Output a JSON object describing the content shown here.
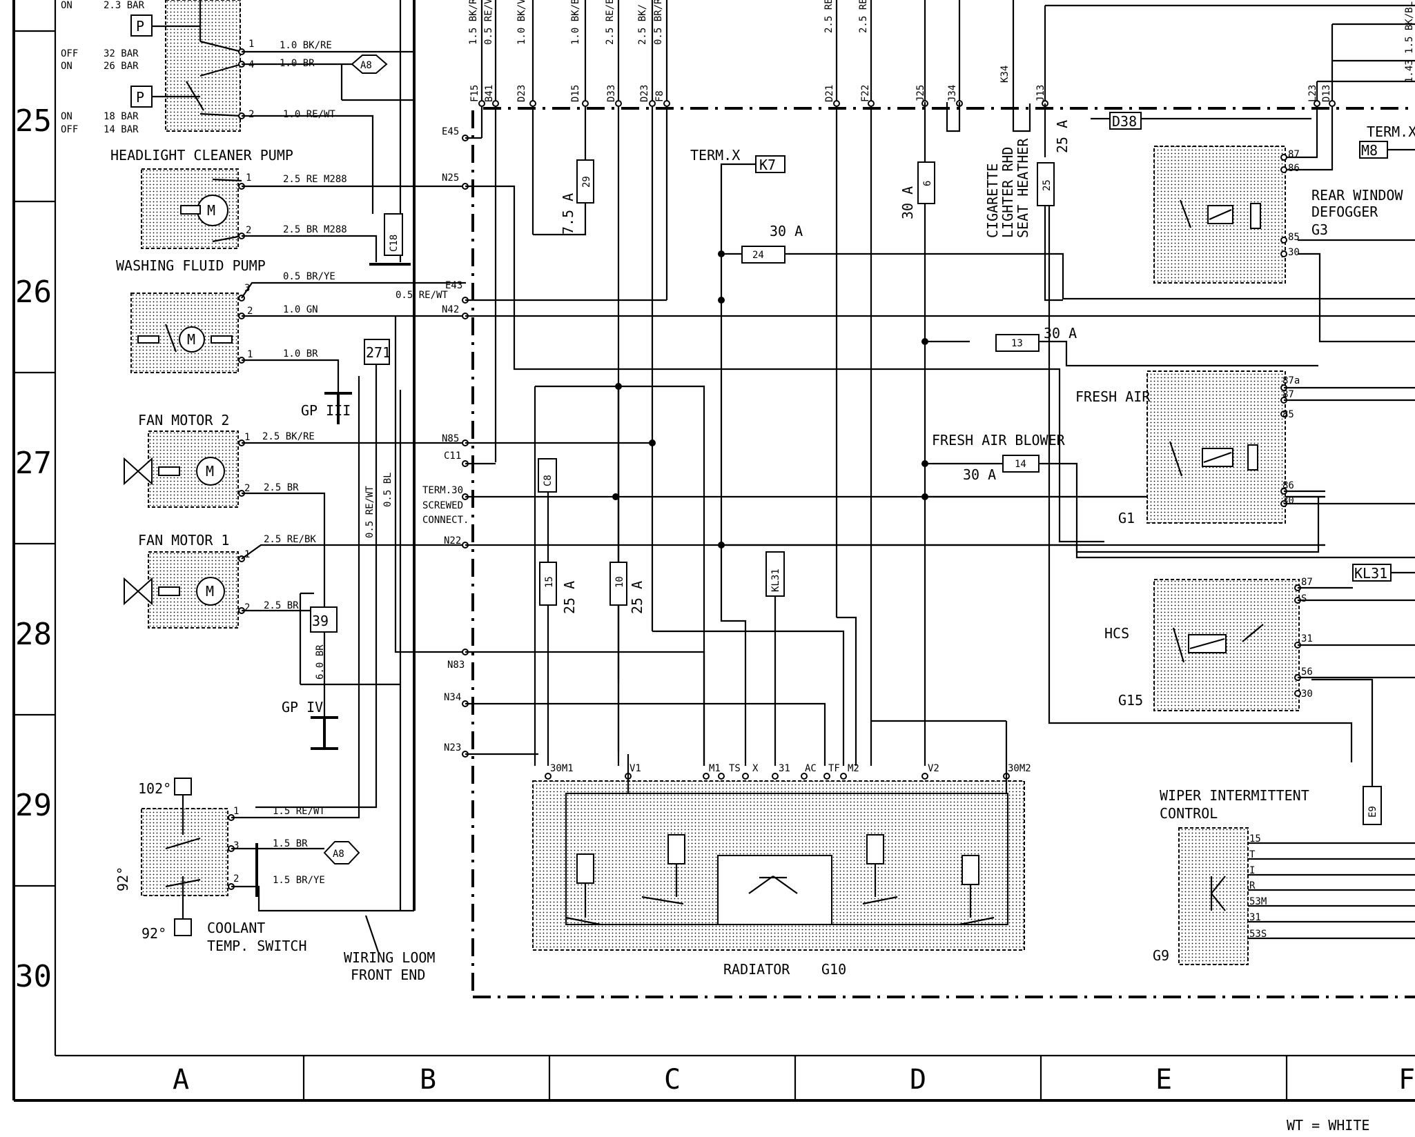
{
  "rows": [
    "25",
    "26",
    "27",
    "28",
    "29",
    "30"
  ],
  "columns": [
    "A",
    "B",
    "C",
    "D",
    "E",
    "F"
  ],
  "legend": "WT = WHITE",
  "pressure": {
    "p1": [
      "ON",
      "2.3 BAR"
    ],
    "p2_off": [
      "OFF",
      "32 BAR"
    ],
    "p2_on": [
      "ON",
      "26 BAR"
    ],
    "p3_on": [
      "ON",
      "18 BAR"
    ],
    "p3_off": [
      "OFF",
      "14 BAR"
    ],
    "p_symbol": "P"
  },
  "components": {
    "headlight_pump": "HEADLIGHT CLEANER PUMP",
    "washing_pump": "WASHING FLUID PUMP",
    "fan2": "FAN MOTOR 2",
    "fan1": "FAN MOTOR 1",
    "motor": "M",
    "coolant_1": "COOLANT",
    "coolant_2": "TEMP. SWITCH",
    "temp_102": "102°",
    "temp_92a": "92°",
    "temp_92b": "92°",
    "loom_1": "WIRING LOOM",
    "loom_2": "FRONT END",
    "radiator": "RADIATOR",
    "radiator_id": "G10",
    "fresh_air": "FRESH AIR",
    "fresh_air_id": "G1",
    "fresh_air_blower": "FRESH AIR BLOWER",
    "rear_1": "REAR WINDOW",
    "rear_2": "DEFOGGER",
    "rear_id": "G3",
    "hcs": "HCS",
    "hcs_id": "G15",
    "wiper_1": "WIPER INTERMITTENT",
    "wiper_2": "CONTROL",
    "wiper_id": "G9",
    "cig_1": "CIGARETTE",
    "cig_2": "LIGHTER RHD",
    "cig_3": "SEAT HEATHER",
    "gp3": "GP III",
    "gp4": "GP IV"
  },
  "connectors": {
    "a8": "A8",
    "c18": "C18",
    "j271": "271",
    "j39": "39",
    "c8": "C8",
    "k7": "K7",
    "kl31_v": "KL31",
    "kl31": "KL31",
    "d38": "D38",
    "m8": "M8",
    "e9": "E9",
    "term_x": "TERM.X",
    "term_x2": "TERM.X"
  },
  "fuses": {
    "f29": "29",
    "f29_amp": "7.5 A",
    "f24": "24",
    "f24_amp": "30 A",
    "f6": "6",
    "f6_amp": "30 A",
    "f25": "25",
    "f25_amp": "25 A",
    "f13": "13",
    "f13_amp": "30 A",
    "f14": "14",
    "f14_amp": "30 A",
    "f15": "15",
    "f15_amp": "25 A",
    "f10": "10",
    "f10_amp": "25 A"
  },
  "wires": {
    "w1": "1.0 BK/RE",
    "w2": "1.0 BR",
    "w3": "1.0 RE/WT",
    "w4": "2.5 RE  M288",
    "w5": "2.5 BR  M288",
    "w6": "0.5 BR/YE",
    "w7": "1.0 GN",
    "w8": "1.0 BR",
    "w9": "0.5 RE/WT",
    "w10": "2.5 BK/RE",
    "w11": "2.5 BR",
    "w12": "2.5 RE/BK",
    "w13": "2.5 BR",
    "w14": "1.5 RE/WT",
    "w15": "1.5 BR",
    "w16": "1.5 BR/YE",
    "v1": "0.5 RE/WT",
    "v2": "0.5 BL",
    "v3": "6.0 BR",
    "top1": "1.5 BK/RE",
    "top2": "0.5 RE/V",
    "top3": "1.0 BK/V",
    "top4": "1.0 BK/BL",
    "top5": "2.5 RE/E",
    "top6": "2.5 BK/",
    "top7": "0.5 BR/R",
    "top8": "2.5 RE",
    "top9": "2.5 RE",
    "top10": "1.43 1.5 BK/BL"
  },
  "pins": {
    "e45": "E45",
    "n25": "N25",
    "e43": "E43",
    "n42": "N42",
    "n85": "N85",
    "c11": "C11",
    "term30_1": "TERM.30",
    "term30_2": "SCREWED",
    "term30_3": "CONNECT.",
    "n22": "N22",
    "n83": "N83",
    "n34": "N34",
    "n23": "N23",
    "t_f15": "F15",
    "t_b41": "B41",
    "t_d23": "D23",
    "t_d15": "D15",
    "t_d33": "D33",
    "t_d23b": "D23",
    "t_f8": "F8",
    "t_d21": "D21",
    "t_f22": "F22",
    "t_j25": "J25",
    "t_j34": "J34",
    "t_k34": "K34",
    "t_j13": "J13",
    "t_l23": "L23",
    "t_d13": "D13",
    "r_30m1": "30M1",
    "r_v1": "V1",
    "r_m1": "M1",
    "r_ts": "TS",
    "r_x": "X",
    "r_31": "31",
    "r_ac": "AC",
    "r_tf": "TF",
    "r_m2": "M2",
    "r_v2": "V2",
    "r_30m2": "30M2",
    "p87a": "87a",
    "p87": "87",
    "p85": "85",
    "p86": "86",
    "p30": "30",
    "rw87": "87",
    "rw86": "86",
    "rw85": "85",
    "rw30": "30",
    "h87": "87",
    "hs": "S",
    "h31": "31",
    "h56": "56",
    "h30": "30",
    "w15": "15",
    "wt": "T",
    "wi": "I",
    "wr": "R",
    "w53m": "53M",
    "w31": "31",
    "w53s": "53S",
    "n1a": "1",
    "n4": "4",
    "n2a": "2",
    "n1b": "1",
    "n2b": "2",
    "n3": "3",
    "n2c": "2",
    "n1c": "1",
    "n1d": "1",
    "n2d": "2",
    "n1e": "1",
    "n2e": "2",
    "n1f": "1",
    "n3f": "3",
    "n2f": "2"
  }
}
